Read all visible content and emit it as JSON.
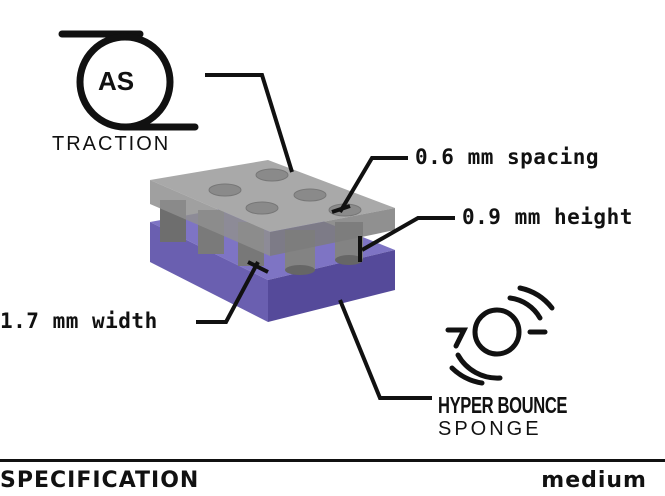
{
  "logo": {
    "monogram": "AS",
    "name": "TRACTION"
  },
  "sponge_logo": {
    "line1": "HYPER BOUNCE",
    "line2": "SPONGE"
  },
  "callouts": {
    "spacing": "0.6 mm spacing",
    "height": "0.9 mm height",
    "width": "1.7 mm width"
  },
  "footer": {
    "title": "SPECIFICATION",
    "value": "medium"
  },
  "colors": {
    "slab": "#8f8f8f",
    "sponge": "#6a5fb0",
    "ink": "#111111"
  }
}
